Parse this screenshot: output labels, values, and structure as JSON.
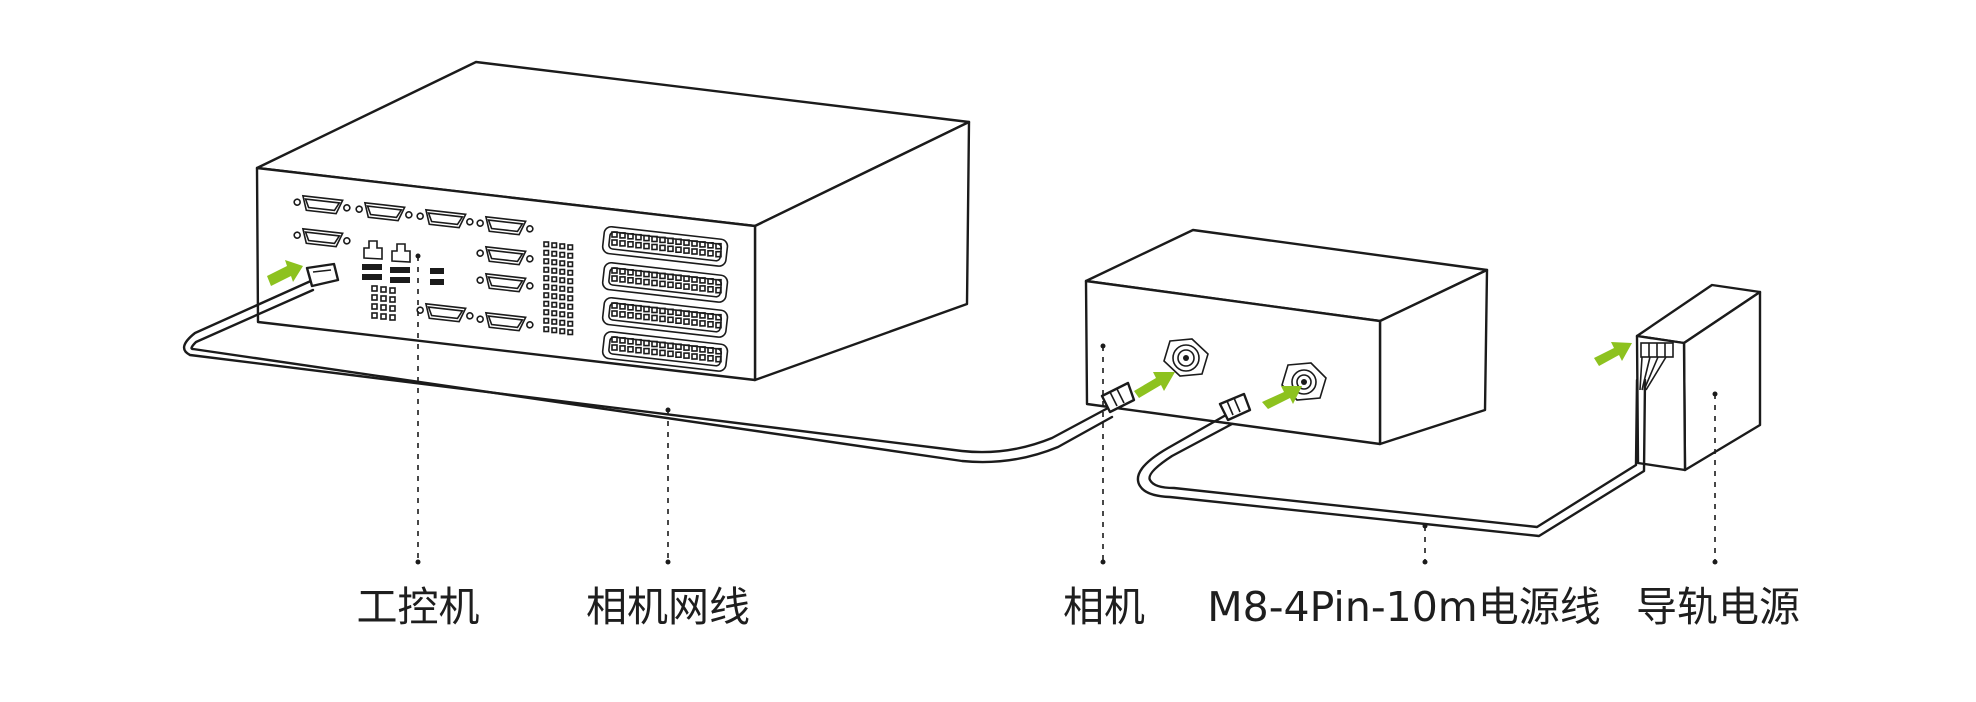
{
  "labels": {
    "ipc": "工控机",
    "network_cable": "相机网线",
    "camera": "相机",
    "power_cable": "M8-4Pin-10m电源线",
    "rail_power": "导轨电源"
  },
  "colors": {
    "accent": "#8dc21f",
    "line": "#1b1b1b",
    "background": "#ffffff"
  }
}
